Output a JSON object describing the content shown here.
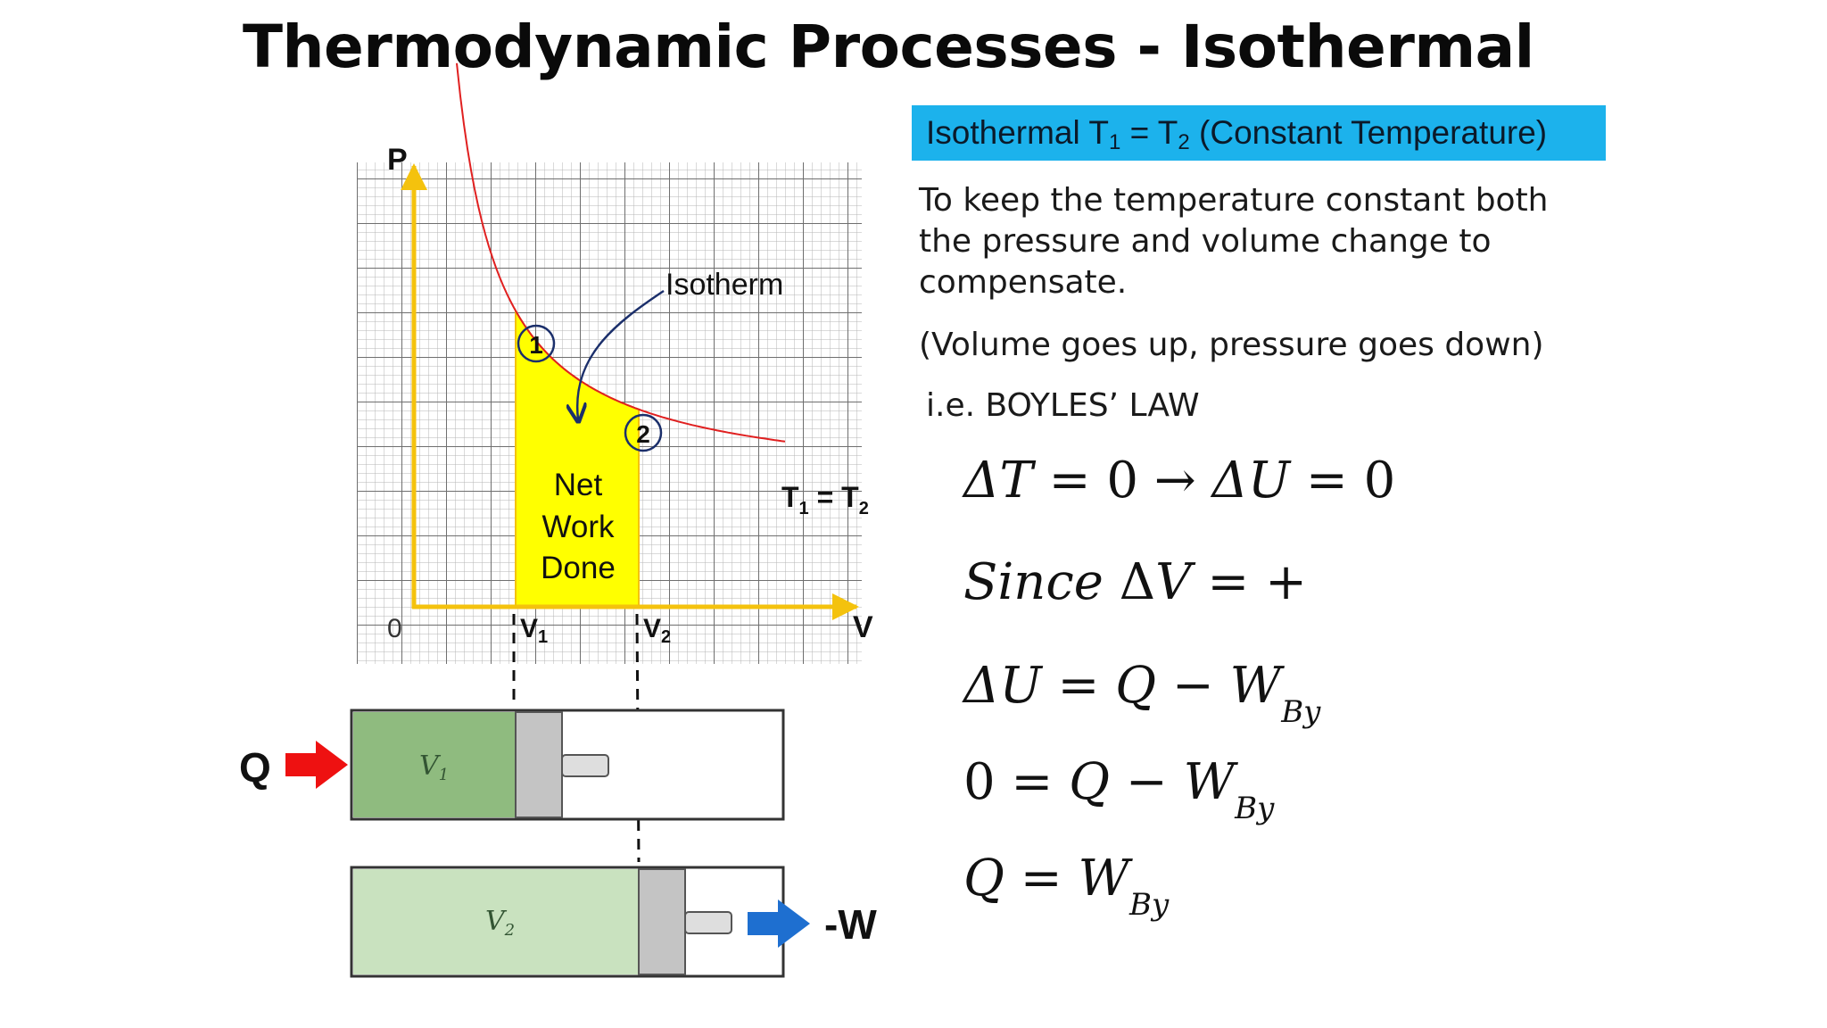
{
  "slide": {
    "title": "Thermodynamic Processes - Isothermal"
  },
  "banner": {
    "prefix": "Isothermal  T",
    "sub1": "1",
    "mid": " = T",
    "sub2": "2",
    "suffix": " (Constant Temperature)"
  },
  "text": {
    "explanation": "To keep the temperature constant both the pressure and volume change to compensate.",
    "note": "(Volume goes up, pressure goes down)",
    "law": "i.e. BOYLES’ LAW"
  },
  "equations": {
    "eq1": {
      "a": "ΔT",
      "b": " = 0  → ",
      "c": "ΔU",
      "d": " = 0"
    },
    "eq2": {
      "a": "Since",
      "b": " Δ",
      "c": "V",
      "d": " = +"
    },
    "eq3": {
      "a": "ΔU",
      "b": " = ",
      "c": "Q",
      "d": " − ",
      "e": "W",
      "f": "By"
    },
    "eq4": {
      "a": "0 = ",
      "b": "Q",
      "c": " − ",
      "d": "W",
      "e": "By"
    },
    "eq5": {
      "a": "Q",
      "b": " = ",
      "c": "W",
      "d": "By"
    }
  },
  "diagram": {
    "p_axis": "P",
    "v_axis": "V",
    "origin": "0",
    "v1": "V",
    "v1_sub": "1",
    "v2": "V",
    "v2_sub": "2",
    "isotherm_label": "Isotherm",
    "state1": "1",
    "state2": "2",
    "curve_label": "T",
    "curve_sub1": "1",
    "curve_mid": " = T",
    "curve_sub2": "2",
    "area_line1": "Net",
    "area_line2": "Work",
    "area_line3": "Done",
    "heat_label": "Q",
    "work_label": "-W",
    "cyl1_label": "V",
    "cyl1_sub": "1",
    "cyl2_label": "V",
    "cyl2_sub": "2",
    "colors": {
      "axis": "#f4c20d",
      "curve": "#e02020",
      "area": "#ffff00",
      "heat_arrow": "#ee1111",
      "work_arrow": "#1e6fd0",
      "gas_v1": "#8fbb7f",
      "gas_v2": "#c9e2bf",
      "grid": "#9a9a9a"
    }
  }
}
